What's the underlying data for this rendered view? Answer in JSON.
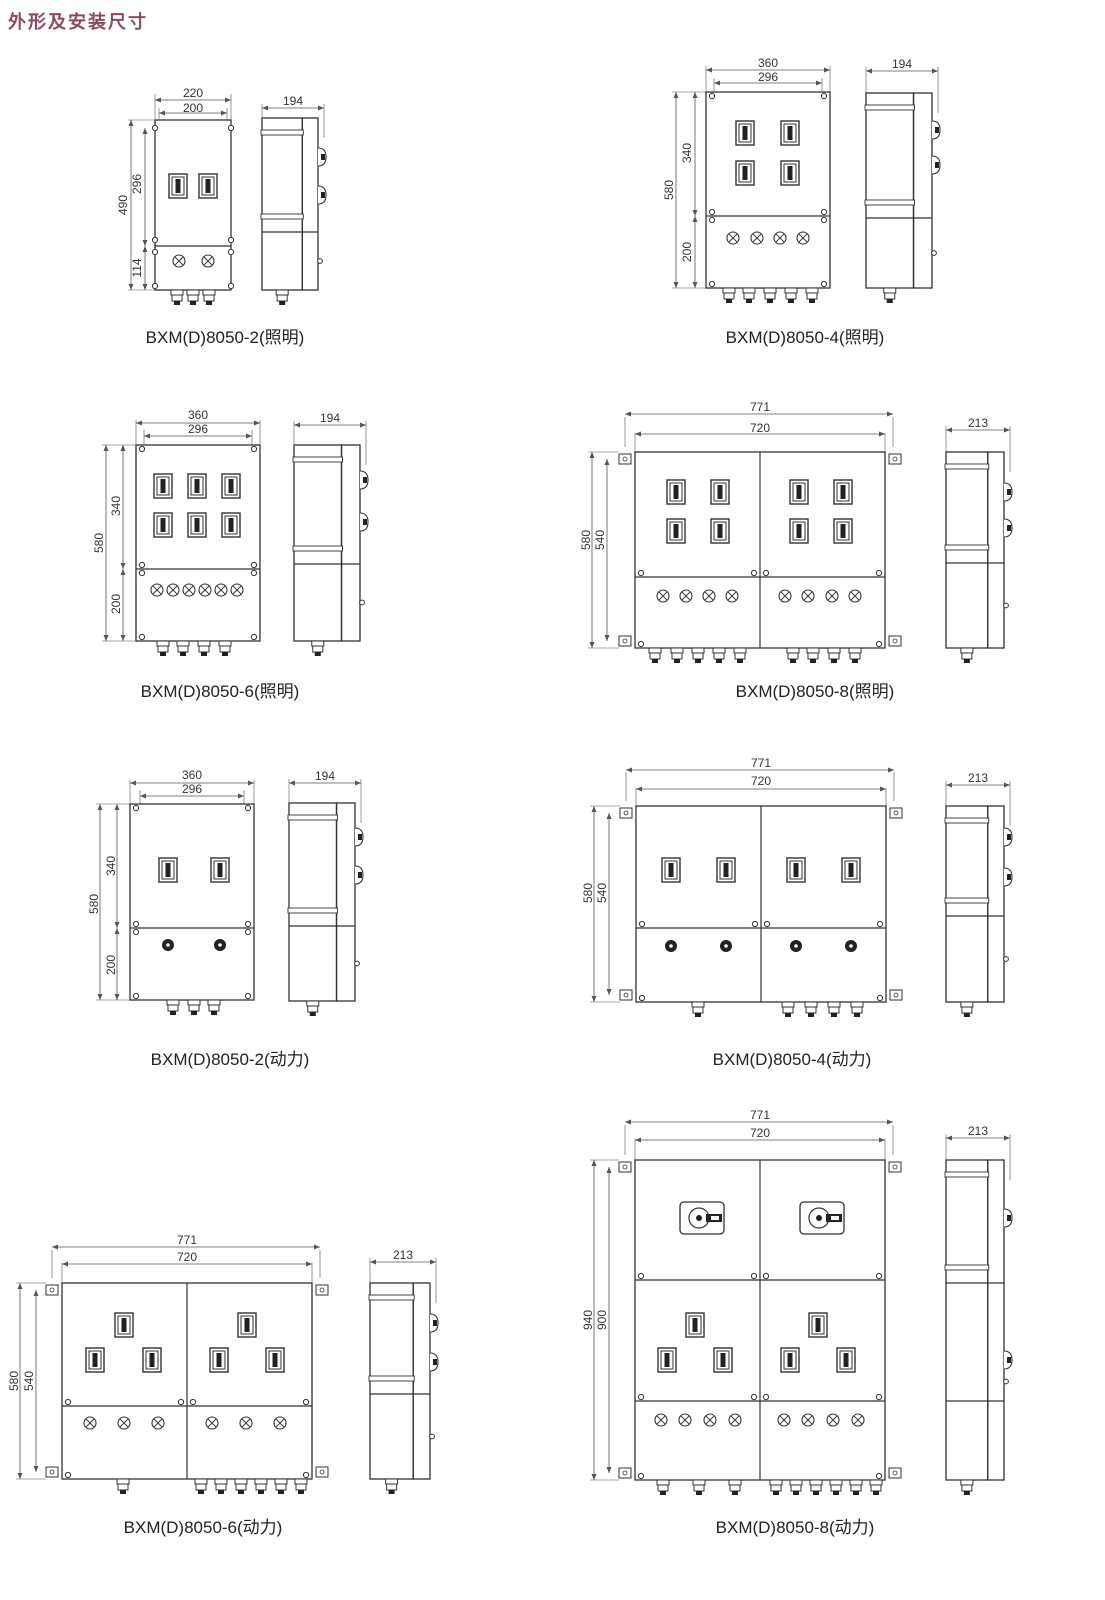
{
  "page": {
    "title": "外形及安装尺寸"
  },
  "drawings": [
    {
      "model": "BXM(D)8050-2(照明)",
      "width": "220",
      "inner_width": "200",
      "height": "490",
      "upper": "296",
      "lower": "114",
      "side": "194"
    },
    {
      "model": "BXM(D)8050-4(照明)",
      "width": "360",
      "inner_width": "296",
      "height": "580",
      "upper": "340",
      "lower": "200",
      "side": "194"
    },
    {
      "model": "BXM(D)8050-6(照明)",
      "width": "360",
      "inner_width": "296",
      "height": "580",
      "upper": "340",
      "lower": "200",
      "side": "194"
    },
    {
      "model": "BXM(D)8050-8(照明)",
      "width": "771",
      "inner_width": "720",
      "height": "580",
      "inner_height": "540",
      "side": "213"
    },
    {
      "model": "BXM(D)8050-2(动力)",
      "width": "360",
      "inner_width": "296",
      "height": "580",
      "upper": "340",
      "lower": "200",
      "side": "194"
    },
    {
      "model": "BXM(D)8050-4(动力)",
      "width": "771",
      "inner_width": "720",
      "height": "580",
      "inner_height": "540",
      "side": "213"
    },
    {
      "model": "BXM(D)8050-6(动力)",
      "width": "771",
      "inner_width": "720",
      "height": "580",
      "inner_height": "540",
      "side": "213"
    },
    {
      "model": "BXM(D)8050-8(动力)",
      "width": "771",
      "inner_width": "720",
      "height": "940",
      "inner_height": "900",
      "side": "213"
    }
  ],
  "colors": {
    "heading": "#8a4b5c",
    "line": "#333333",
    "dim": "#444444"
  }
}
